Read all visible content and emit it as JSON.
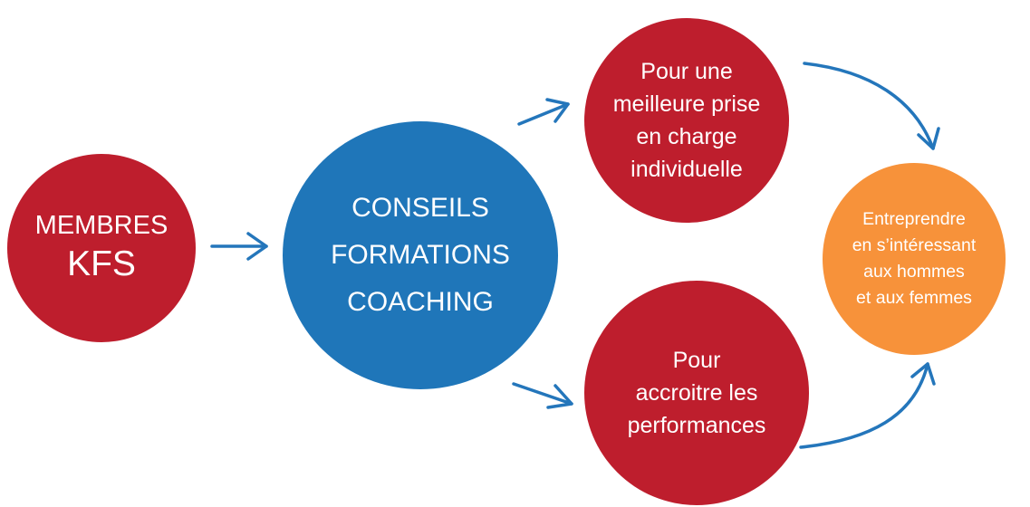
{
  "colors": {
    "red": "#be1e2d",
    "blue": "#1f76b9",
    "orange": "#f7923a",
    "arrow": "#2476bb",
    "text": "#ffffff"
  },
  "nodes": {
    "membres": {
      "line1": "MEMBRES",
      "line2": "KFS"
    },
    "conseils": {
      "lines": [
        "CONSEILS",
        "FORMATIONS",
        "COACHING"
      ]
    },
    "prise": {
      "lines": [
        "Pour une",
        "meilleure prise",
        "en charge",
        "individuelle"
      ]
    },
    "performances": {
      "lines": [
        "Pour",
        "accroitre les",
        "performances"
      ]
    },
    "entreprendre": {
      "lines": [
        "Entreprendre",
        "en s’intéressant",
        "aux hommes",
        "et aux femmes"
      ]
    }
  },
  "edges": [
    {
      "from": "membres",
      "to": "conseils"
    },
    {
      "from": "conseils",
      "to": "prise"
    },
    {
      "from": "conseils",
      "to": "performances"
    },
    {
      "from": "prise",
      "to": "entreprendre"
    },
    {
      "from": "performances",
      "to": "entreprendre"
    }
  ]
}
